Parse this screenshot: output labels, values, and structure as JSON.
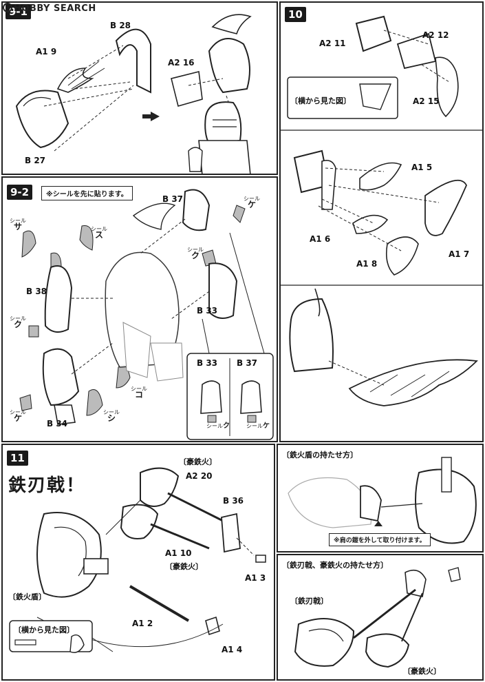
{
  "watermark": {
    "text": "HOBBY SEARCH"
  },
  "panel_9_1": {
    "step": "9-1",
    "parts": {
      "a1_9": "A1 9",
      "b_28": "B 28",
      "b_27": "B 27",
      "a2_16": "A2 16"
    }
  },
  "panel_10": {
    "step": "10",
    "parts": {
      "a2_11": "A2 11",
      "a2_12": "A2 12",
      "a2_15": "A2 15",
      "a1_5": "A1 5",
      "a1_6": "A1 6",
      "a1_7": "A1 7",
      "a1_8": "A1 8"
    },
    "side_view_note": "〔横から見た図〕"
  },
  "panel_9_2": {
    "step": "9-2",
    "note": "※シールを先に貼ります。",
    "parts": {
      "b_37": "B 37",
      "b_38": "B 38",
      "b_33": "B 33",
      "b_34": "B 34"
    },
    "sticker_label": "シール",
    "stickers": {
      "sa": "サ",
      "su": "ス",
      "ku": "ク",
      "ke": "ケ",
      "ko": "コ",
      "shi": "シ"
    },
    "inset": {
      "b_33": "B 33",
      "b_37": "B 37"
    }
  },
  "panel_11": {
    "step": "11",
    "title": "鉄刃戟！",
    "parts": {
      "a2_20": "A2 20",
      "b_36": "B 36",
      "a1_10": "A1 10",
      "a1_3": "A1 3",
      "a1_2": "A1 2",
      "a1_4": "A1 4"
    },
    "captions": {
      "gotekka_top": "〔豪鉄火〕",
      "gotekka_bottom": "〔豪鉄火〕",
      "tekkajun": "〔鉄火盾〕"
    },
    "side_view_note": "〔横から見た図〕"
  },
  "panel_shield_hold": {
    "title": "〔鉄火盾の持たせ方〕",
    "note": "※肩の鎧を外して取り付けます。"
  },
  "panel_weapon_hold": {
    "title": "〔鉄刃戟、豪鉄火の持たせ方〕",
    "captions": {
      "tetsujingeki": "〔鉄刃戟〕",
      "gotekka": "〔豪鉄火〕"
    }
  }
}
